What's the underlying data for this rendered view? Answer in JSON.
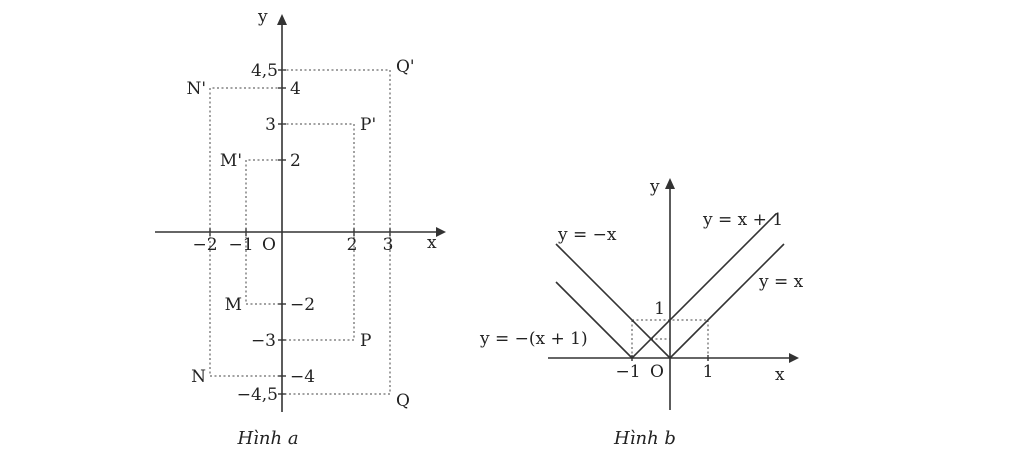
{
  "figure_a": {
    "caption": "Hình a",
    "axis_labels": {
      "x": "x",
      "y": "y",
      "origin": "O"
    },
    "x_tick_labels": [
      {
        "value": -2,
        "text": "−2"
      },
      {
        "value": -1,
        "text": "−1"
      },
      {
        "value": 2,
        "text": "2"
      },
      {
        "value": 3,
        "text": "3"
      }
    ],
    "y_tick_labels": [
      {
        "value": 4.5,
        "text": "4,5"
      },
      {
        "value": 4,
        "text": "4"
      },
      {
        "value": 3,
        "text": "3"
      },
      {
        "value": 2,
        "text": "2"
      },
      {
        "value": -2,
        "text": "−2"
      },
      {
        "value": -3,
        "text": "−3"
      },
      {
        "value": -4,
        "text": "−4"
      },
      {
        "value": -4.5,
        "text": "−4,5"
      }
    ],
    "points": [
      {
        "name": "M",
        "x": -1,
        "y": -2
      },
      {
        "name": "M'",
        "x": -1,
        "y": 2
      },
      {
        "name": "N",
        "x": -2,
        "y": -4
      },
      {
        "name": "N'",
        "x": -2,
        "y": 4
      },
      {
        "name": "P",
        "x": 2,
        "y": -3
      },
      {
        "name": "P'",
        "x": 2,
        "y": 3
      },
      {
        "name": "Q",
        "x": 3,
        "y": -4.5
      },
      {
        "name": "Q'",
        "x": 3,
        "y": 4.5
      }
    ]
  },
  "figure_b": {
    "caption": "Hình b",
    "axis_labels": {
      "x": "x",
      "y": "y",
      "origin": "O"
    },
    "x_tick_labels": [
      {
        "value": -1,
        "text": "−1"
      },
      {
        "value": 1,
        "text": "1"
      }
    ],
    "y_tick_labels": [
      {
        "value": 1,
        "text": "1"
      }
    ],
    "lines": [
      {
        "label": "y = −x",
        "slope": -1,
        "intercept": 0,
        "x_range": [
          -3,
          0
        ]
      },
      {
        "label": "y = x + 1",
        "slope": 1,
        "intercept": 1,
        "x_range": [
          -1,
          2.8
        ]
      },
      {
        "label": "y = x",
        "slope": 1,
        "intercept": 0,
        "x_range": [
          0,
          3
        ]
      },
      {
        "label": "y = −(x + 1)",
        "slope": -1,
        "intercept": -1,
        "x_range": [
          -3,
          -1
        ]
      }
    ],
    "dotted_guides": [
      {
        "from": [
          1,
          0
        ],
        "to": [
          1,
          1
        ]
      },
      {
        "from": [
          -1,
          1
        ],
        "to": [
          1,
          1
        ]
      },
      {
        "from": [
          -1,
          0
        ],
        "to": [
          -1,
          1
        ]
      },
      {
        "from": [
          -0.5,
          0.5
        ],
        "to": [
          0,
          0.5
        ]
      }
    ]
  }
}
